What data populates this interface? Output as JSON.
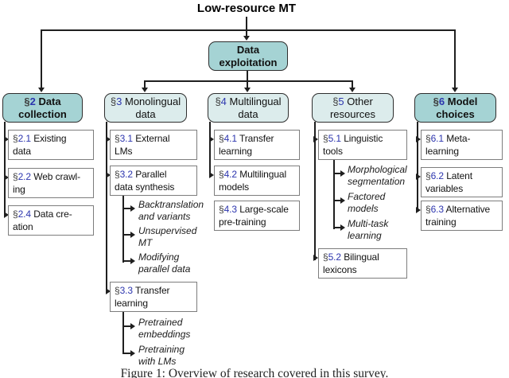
{
  "title": "Low-resource MT",
  "root": {
    "label": "Data\nexploitation"
  },
  "caption": "Figure 1: Overview of research covered in this survey.",
  "colors": {
    "node_dark": "#a5d3d4",
    "node_light": "#dcecec",
    "link_blue": "#2c35ae",
    "line": "#1f1f1f"
  },
  "sections": {
    "s2": {
      "header": {
        "mark": "§",
        "num": "2",
        "rest": " Data\ncollection"
      },
      "items": [
        {
          "mark": "§",
          "num": "2.1",
          "rest": " Existing\ndata"
        },
        {
          "mark": "§",
          "num": "2.2",
          "rest": " Web crawl-\ning"
        },
        {
          "mark": "§",
          "num": "2.4",
          "rest": " Data cre-\nation"
        }
      ]
    },
    "s3": {
      "header": {
        "mark": "§",
        "num": "3",
        "rest": " Monolingual\ndata"
      },
      "items": [
        {
          "mark": "§",
          "num": "3.1",
          "rest": " External\nLMs"
        },
        {
          "mark": "§",
          "num": "3.2",
          "rest": " Parallel\ndata synthesis"
        },
        {
          "mark": "§",
          "num": "3.3",
          "rest": " Transfer\nlearning"
        }
      ],
      "leaves_32": [
        "Backtranslation\nand variants",
        "Unsupervised\nMT",
        "Modifying\nparallel data"
      ],
      "leaves_33": [
        "Pretrained\nembeddings",
        "Pretraining\nwith LMs"
      ]
    },
    "s4": {
      "header": {
        "mark": "§",
        "num": "4",
        "rest": " Multilingual\ndata"
      },
      "items": [
        {
          "mark": "§",
          "num": "4.1",
          "rest": " Transfer\nlearning"
        },
        {
          "mark": "§",
          "num": "4.2",
          "rest": " Multilingual\nmodels"
        },
        {
          "mark": "§",
          "num": "4.3",
          "rest": " Large-scale\npre-training"
        }
      ]
    },
    "s5": {
      "header": {
        "mark": "§",
        "num": "5",
        "rest": " Other\nresources"
      },
      "items": [
        {
          "mark": "§",
          "num": "5.1",
          "rest": " Linguistic\ntools"
        },
        {
          "mark": "§",
          "num": "5.2",
          "rest": " Bilingual\nlexicons"
        }
      ],
      "leaves_51": [
        "Morphological\nsegmentation",
        "Factored\nmodels",
        "Multi-task\nlearning"
      ]
    },
    "s6": {
      "header": {
        "mark": "§",
        "num": "6",
        "rest": " Model\nchoices"
      },
      "items": [
        {
          "mark": "§",
          "num": "6.1",
          "rest": " Meta-\nlearning"
        },
        {
          "mark": "§",
          "num": "6.2",
          "rest": " Latent\nvariables"
        },
        {
          "mark": "§",
          "num": "6.3",
          "rest": " Alternative\ntraining"
        }
      ]
    }
  }
}
